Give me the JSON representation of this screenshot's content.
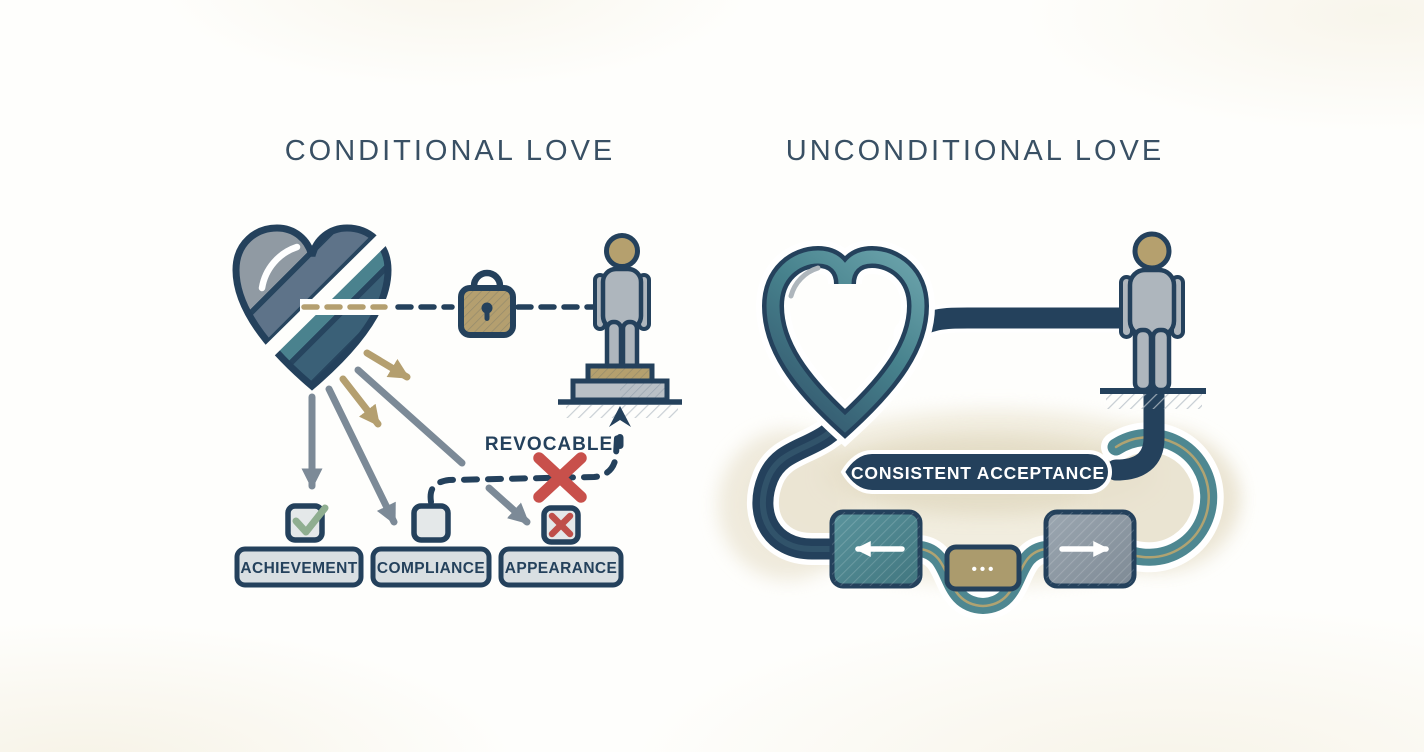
{
  "diagram": {
    "left": {
      "title": "CONDITIONAL LOVE",
      "revocable_label": "REVOCABLE",
      "conditions": [
        {
          "label": "ACHIEVEMENT",
          "checkbox_state": "checked"
        },
        {
          "label": "COMPLIANCE",
          "checkbox_state": "unchecked"
        },
        {
          "label": "APPEARANCE",
          "checkbox_state": "crossed"
        }
      ],
      "icons": [
        "segmented-heart-icon",
        "padlock-icon",
        "person-on-pedestal-icon",
        "checkmark-icon",
        "cross-icon",
        "dashed-link-line",
        "condition-arrows"
      ]
    },
    "right": {
      "title": "UNCONDITIONAL LOVE",
      "banner": "CONSISTENT ACCEPTANCE",
      "loop_ellipsis": "•••",
      "icons": [
        "outline-heart-icon",
        "person-icon",
        "left-arrow-icon",
        "right-arrow-icon",
        "ellipsis-icon",
        "continuous-loop-ribbon"
      ]
    },
    "colors": {
      "navy": "#24415c",
      "slate": "#5e7389",
      "gray": "#909aa3",
      "arrow_steel": "#7c8a97",
      "teal": "#4a828e",
      "tan": "#b49f6f",
      "red": "#c8504b",
      "green": "#8fae90",
      "label_fill": "#d9dfe2",
      "cream_glow": "#e9e2cf",
      "title_text": "#395064"
    }
  }
}
